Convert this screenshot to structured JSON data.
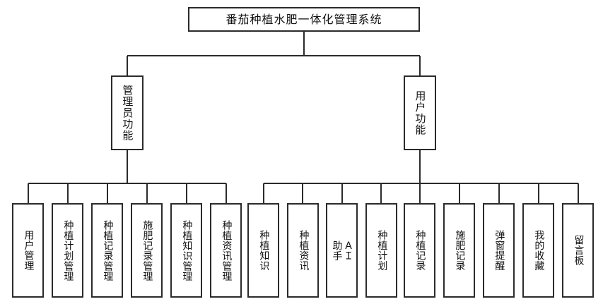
{
  "diagram": {
    "title": "番茄种植水肥一体化管理系统",
    "type": "organizational-tree",
    "levels": 3,
    "colors": {
      "background": "#ffffff",
      "border": "#2b2b2b",
      "text": "#111111",
      "connector": "#2b2b2b"
    },
    "root": {
      "label": "番茄种植水肥一体化管理系统"
    },
    "branches": [
      {
        "id": "admin",
        "label": "管理员功能",
        "children": [
          {
            "label": "用户管理"
          },
          {
            "label": "种植计划管理"
          },
          {
            "label": "种植记录管理"
          },
          {
            "label": "施肥记录管理"
          },
          {
            "label": "种植知识管理"
          },
          {
            "label": "种植资讯管理"
          }
        ]
      },
      {
        "id": "user",
        "label": "用户功能",
        "children": [
          {
            "label": "种植知识"
          },
          {
            "label": "种植资讯"
          },
          {
            "label": "ＡＩ\n助手"
          },
          {
            "label": "种植计划"
          },
          {
            "label": "种植记录"
          },
          {
            "label": "施肥记录"
          },
          {
            "label": "弹窗提醒"
          },
          {
            "label": "我的收藏"
          },
          {
            "label": "留言板"
          }
        ]
      }
    ]
  }
}
